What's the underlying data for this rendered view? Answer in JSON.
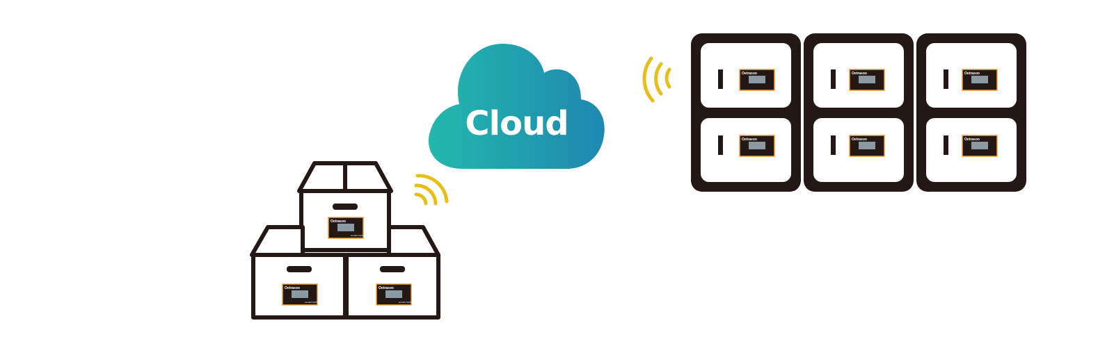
{
  "diagram": {
    "cloud": {
      "label": "Cloud"
    },
    "device": {
      "title": "Oetrasoo",
      "brand": "somatic hydro"
    },
    "colors": {
      "cloud_start": "#22b8ac",
      "cloud_end": "#1f88b0",
      "wifi": "#e8be1b",
      "outline": "#231815",
      "device_border": "#f0a030",
      "device_screen": "#8a9aa0"
    }
  }
}
